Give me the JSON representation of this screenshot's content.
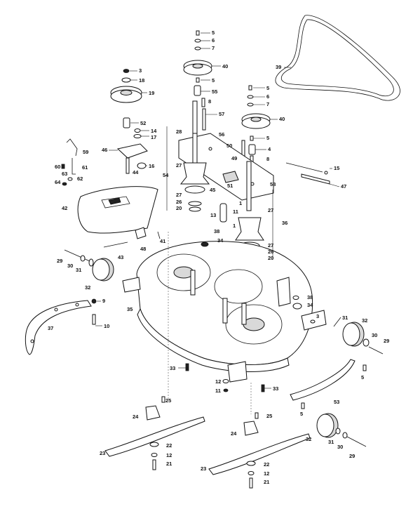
{
  "callouts": [
    "3",
    "4",
    "5",
    "6",
    "7",
    "8",
    "9",
    "10",
    "11",
    "12",
    "13",
    "14",
    "15",
    "16",
    "17",
    "18",
    "19",
    "20",
    "21",
    "22",
    "23",
    "24",
    "25",
    "26",
    "27",
    "28",
    "29",
    "30",
    "31",
    "32",
    "33",
    "34",
    "35",
    "36",
    "37",
    "38",
    "39",
    "40",
    "41",
    "42",
    "43",
    "44",
    "45",
    "46",
    "47",
    "48",
    "49",
    "50",
    "51",
    "52",
    "53",
    "54",
    "55",
    "56",
    "57",
    "58",
    "59",
    "60",
    "61",
    "62",
    "63",
    "64"
  ],
  "colors": {
    "line": "#111111",
    "shade": "#d9d9d9",
    "background": "#ffffff"
  }
}
